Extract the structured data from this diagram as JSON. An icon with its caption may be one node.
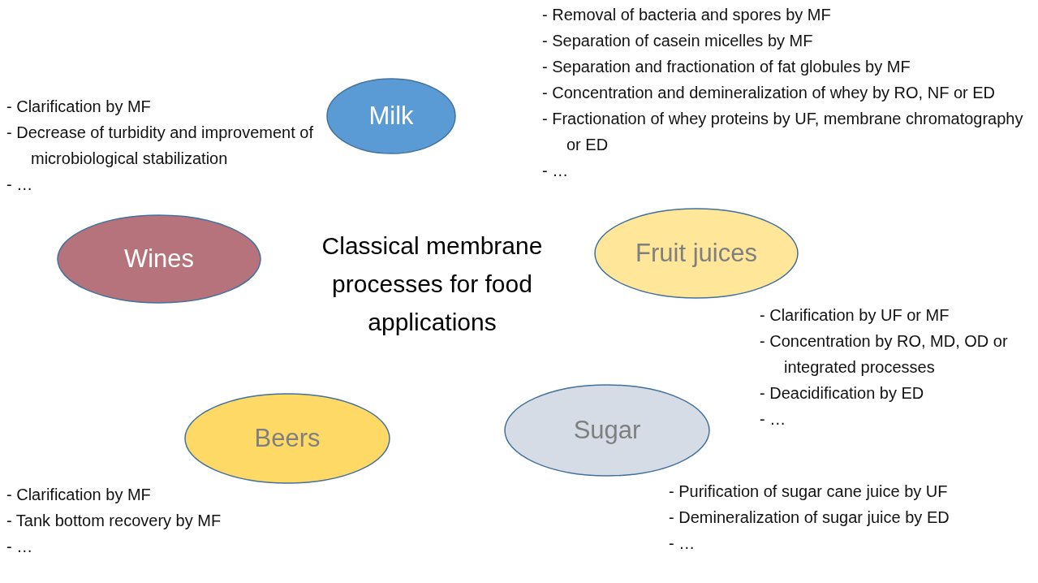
{
  "diagram": {
    "nodes": [
      {
        "text": [
          "Milk"
        ],
        "beside": [
          "- Removal of bacteria and spores by MF",
          "- Separation of casein micelles by MF",
          "- Separation and fractionation of fat globules by MF",
          "- Concentration and demineralization of whey by RO, NF or ED",
          "- Fractionation of whey proteins by UF, membrane chromatography or ED",
          "- …"
        ]
      },
      {
        "text": [
          "Wines"
        ],
        "beside": [
          "- Clarification by MF",
          "- Decrease of turbidity and improvement of microbiological stabilization",
          "- …"
        ]
      },
      {
        "text": [
          "Fruit juices"
        ],
        "beside": [
          "- Clarification by UF or MF",
          "- Concentration by RO, MD, OD or integrated processes",
          "- Deacidification by ED",
          "- …"
        ]
      },
      {
        "text": [
          "Beers"
        ],
        "beside": [
          "- Clarification by MF",
          "- Tank bottom recovery by MF",
          "- …"
        ]
      },
      {
        "text": [
          "Sugar"
        ],
        "beside": [
          "- Purification of sugar cane juice by UF",
          "- Demineralization of sugar juice by ED",
          "- …"
        ]
      }
    ],
    "labels": [
      "Classical membrane processes for food applications"
    ]
  }
}
